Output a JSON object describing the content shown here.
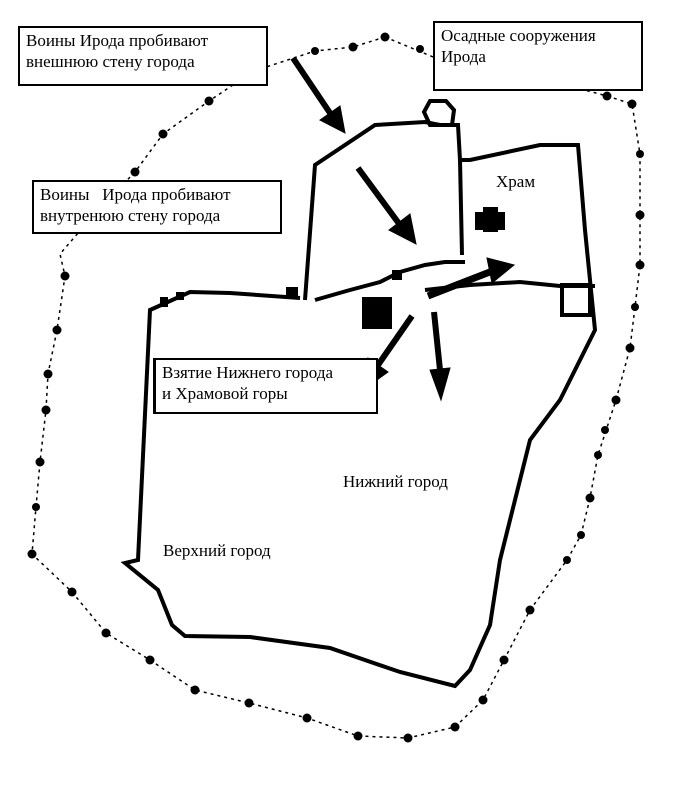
{
  "labels": {
    "outer_wall": {
      "line1": "Воины Ирода пробивают",
      "line2": "внешнюю стену города"
    },
    "siege_works": {
      "line1": "Осадные сооружения",
      "line2": "Ирода"
    },
    "inner_wall": {
      "line1": "Воины   Ирода пробивают",
      "line2": "внутренюю стену города"
    },
    "capture": {
      "line1": "Взятие Нижнего города",
      "line2": "и Храмовой горы"
    },
    "temple": "Храм",
    "lower_city": "Нижний город",
    "upper_city": "Верхний город"
  },
  "colors": {
    "ink": "#000000",
    "paper": "#ffffff"
  }
}
